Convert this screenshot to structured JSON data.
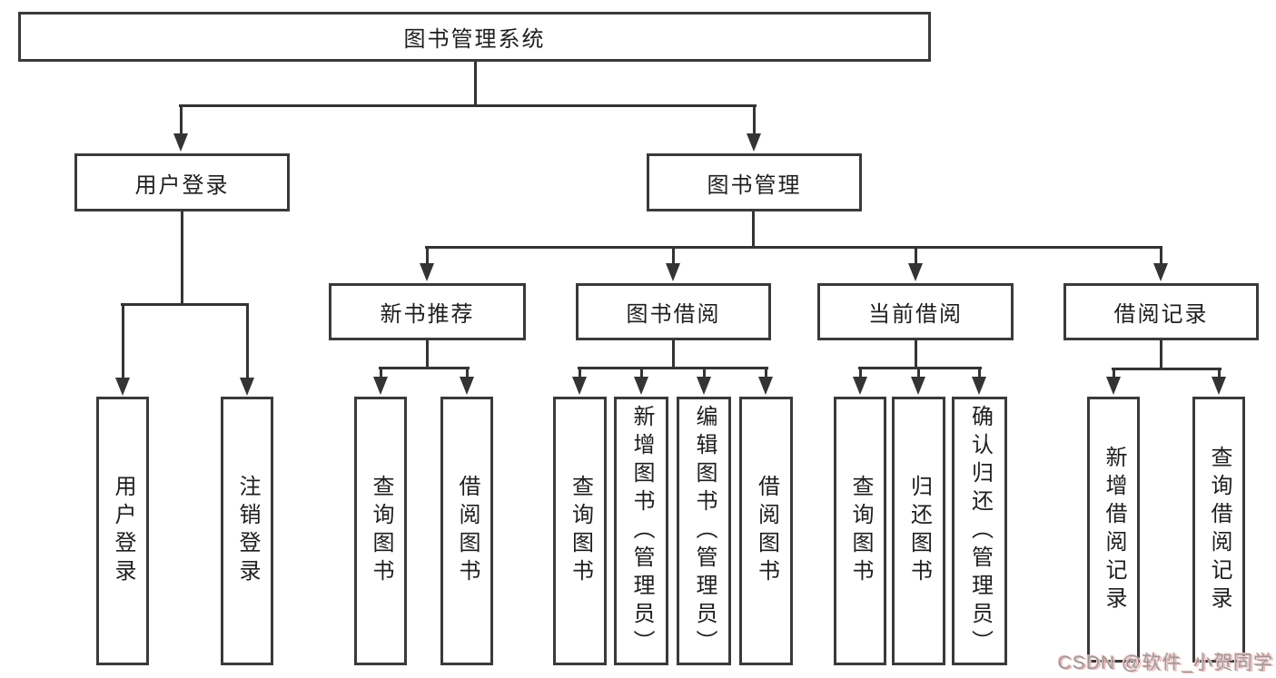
{
  "nodes": {
    "root": {
      "label": "图书管理系统"
    },
    "l2": [
      {
        "label": "用户登录"
      },
      {
        "label": "图书管理"
      }
    ],
    "l3": [
      {
        "label": "新书推荐"
      },
      {
        "label": "图书借阅"
      },
      {
        "label": "当前借阅"
      },
      {
        "label": "借阅记录"
      }
    ],
    "leaves": [
      {
        "label": "用户登录"
      },
      {
        "label": "注销登录"
      },
      {
        "label": "查询图书"
      },
      {
        "label": "借阅图书"
      },
      {
        "label": "查询图书"
      },
      {
        "label": "新增图书（管理员）"
      },
      {
        "label": "编辑图书（管理员）"
      },
      {
        "label": "借阅图书"
      },
      {
        "label": "查询图书"
      },
      {
        "label": "归还图书"
      },
      {
        "label": "确认归还（管理员）"
      },
      {
        "label": "新增借阅记录"
      },
      {
        "label": "查询借阅记录"
      }
    ]
  },
  "watermark": {
    "text": "CSDN @软件_小贺同学"
  },
  "colors": {
    "line": "#343434",
    "border": "#3a3a3a",
    "text": "#1e1e1e",
    "watermark": "#9a9a9a"
  }
}
